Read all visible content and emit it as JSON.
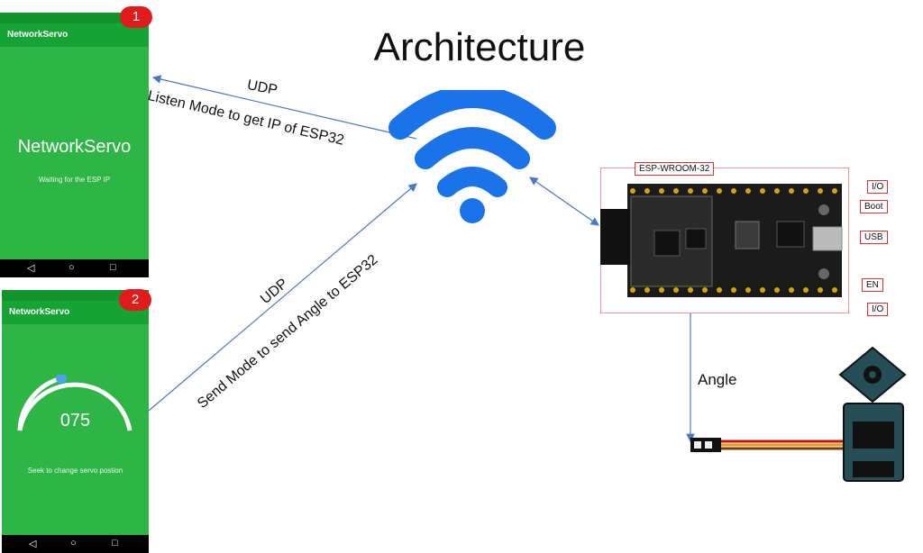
{
  "title": "Architecture",
  "phone1": {
    "badge": "1",
    "app_title": "NetworkServo",
    "heading": "NetworkServo",
    "status_text": "Waiting for the ESP IP"
  },
  "phone2": {
    "badge": "2",
    "app_title": "NetworkServo",
    "value": "075",
    "hint": "Seek to change servo postion"
  },
  "links": {
    "udp1_protocol": "UDP",
    "udp1_description": "Listen Mode to get IP of ESP32",
    "udp2_protocol": "UDP",
    "udp2_description": "Send Mode to send Angle to ESP32",
    "angle": "Angle"
  },
  "board": {
    "module": "ESP-WROOM-32",
    "io_top": "I/O",
    "boot": "Boot",
    "usb": "USB",
    "en": "EN",
    "io_bottom": "I/O"
  },
  "colors": {
    "phone_green": "#2db646",
    "appbar_green": "#16a336",
    "wifi_blue": "#1a73e8",
    "badge_red": "#e11b1b",
    "arrow_blue": "#4a78c4"
  }
}
